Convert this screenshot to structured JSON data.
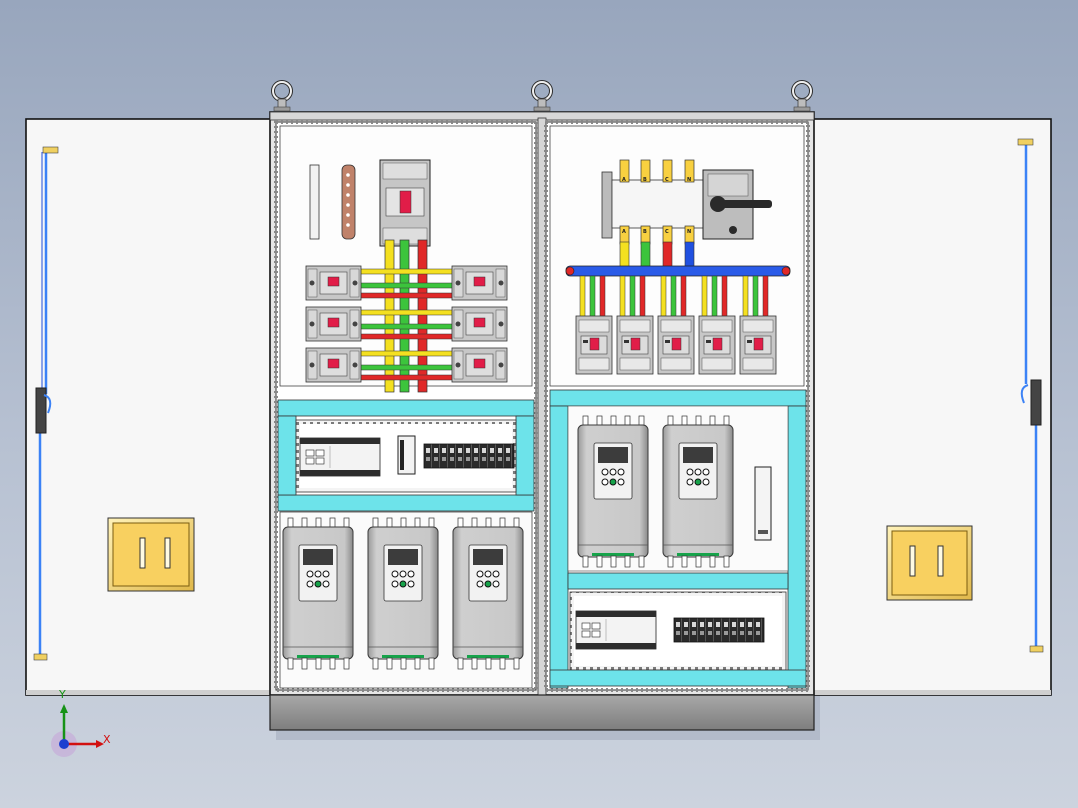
{
  "switch_phase_labels": [
    "A",
    "B",
    "C",
    "N"
  ],
  "busbar_colors": {
    "phase_a": "#f4e020",
    "phase_b": "#3cc43c",
    "phase_c": "#e02828",
    "neutral": "#2050e0"
  },
  "accent_colors": {
    "mounting_rail": "#6de3ea",
    "door_handle": "#f8d060",
    "door_rod": "#3b82f6"
  },
  "axis_triad": {
    "x_label": "X",
    "y_label": "Y"
  },
  "icons": [
    "lifting-eye-icon",
    "circuit-breaker-icon",
    "vfd-drive-icon",
    "terminal-block-icon",
    "handle-icon"
  ]
}
